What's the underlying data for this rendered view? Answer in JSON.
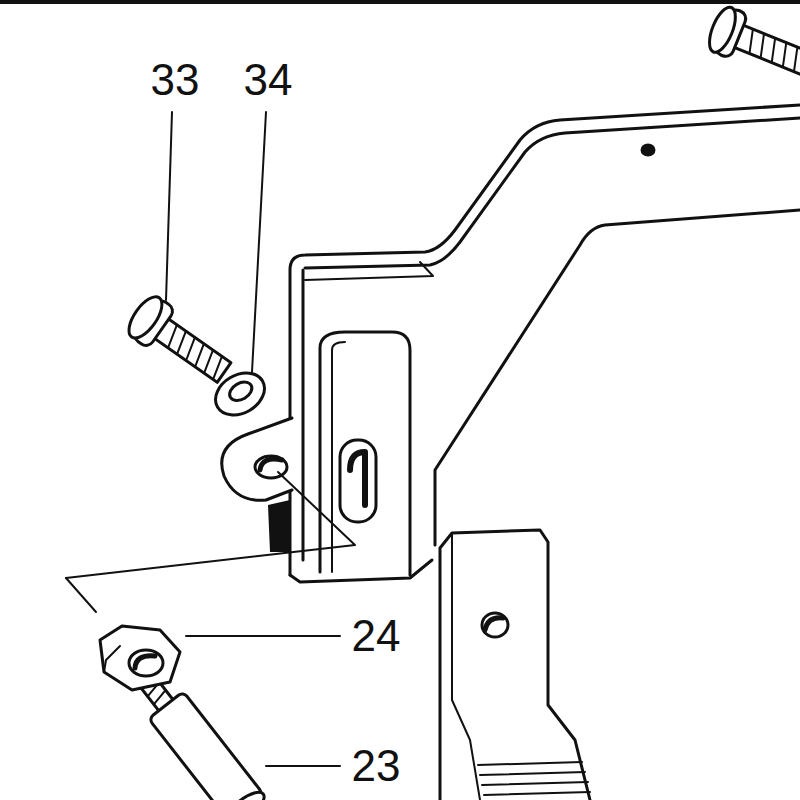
{
  "diagram": {
    "labels": [
      "33",
      "34",
      "24",
      "23"
    ]
  }
}
